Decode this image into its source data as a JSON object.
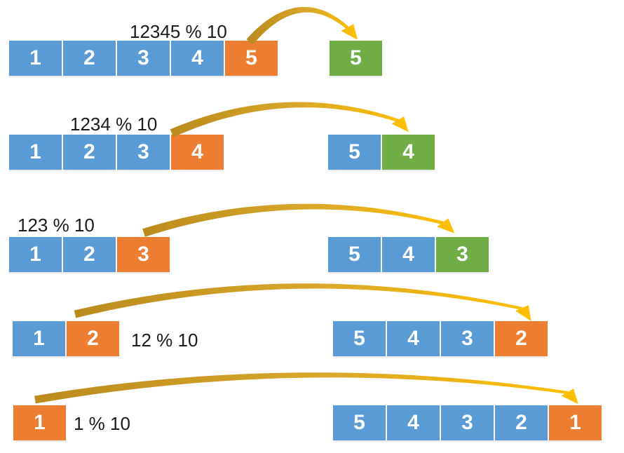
{
  "colors": {
    "blue": "#5B9BD5",
    "orange": "#ED7D31",
    "green": "#70AD47",
    "arrow_dark": "#BB8B1E",
    "arrow_mid": "#D9A82A",
    "arrow_bright": "#FFC000",
    "label_text": "#1b1b1b",
    "cell_text": "#ffffff"
  },
  "rows": [
    {
      "label": "12345 % 10",
      "left": [
        {
          "v": "1",
          "c": "blue"
        },
        {
          "v": "2",
          "c": "blue"
        },
        {
          "v": "3",
          "c": "blue"
        },
        {
          "v": "4",
          "c": "blue"
        },
        {
          "v": "5",
          "c": "orange"
        }
      ],
      "right": [
        {
          "v": "5",
          "c": "green"
        }
      ]
    },
    {
      "label": "1234 % 10",
      "left": [
        {
          "v": "1",
          "c": "blue"
        },
        {
          "v": "2",
          "c": "blue"
        },
        {
          "v": "3",
          "c": "blue"
        },
        {
          "v": "4",
          "c": "orange"
        }
      ],
      "right": [
        {
          "v": "5",
          "c": "blue"
        },
        {
          "v": "4",
          "c": "green"
        }
      ]
    },
    {
      "label": "123 % 10",
      "left": [
        {
          "v": "1",
          "c": "blue"
        },
        {
          "v": "2",
          "c": "blue"
        },
        {
          "v": "3",
          "c": "orange"
        }
      ],
      "right": [
        {
          "v": "5",
          "c": "blue"
        },
        {
          "v": "4",
          "c": "blue"
        },
        {
          "v": "3",
          "c": "green"
        }
      ]
    },
    {
      "label": "12 % 10",
      "left": [
        {
          "v": "1",
          "c": "blue"
        },
        {
          "v": "2",
          "c": "orange"
        }
      ],
      "right": [
        {
          "v": "5",
          "c": "blue"
        },
        {
          "v": "4",
          "c": "blue"
        },
        {
          "v": "3",
          "c": "blue"
        },
        {
          "v": "2",
          "c": "orange"
        }
      ]
    },
    {
      "label": "1 % 10",
      "left": [
        {
          "v": "1",
          "c": "orange"
        }
      ],
      "right": [
        {
          "v": "5",
          "c": "blue"
        },
        {
          "v": "4",
          "c": "blue"
        },
        {
          "v": "3",
          "c": "blue"
        },
        {
          "v": "2",
          "c": "blue"
        },
        {
          "v": "1",
          "c": "orange"
        }
      ]
    }
  ]
}
